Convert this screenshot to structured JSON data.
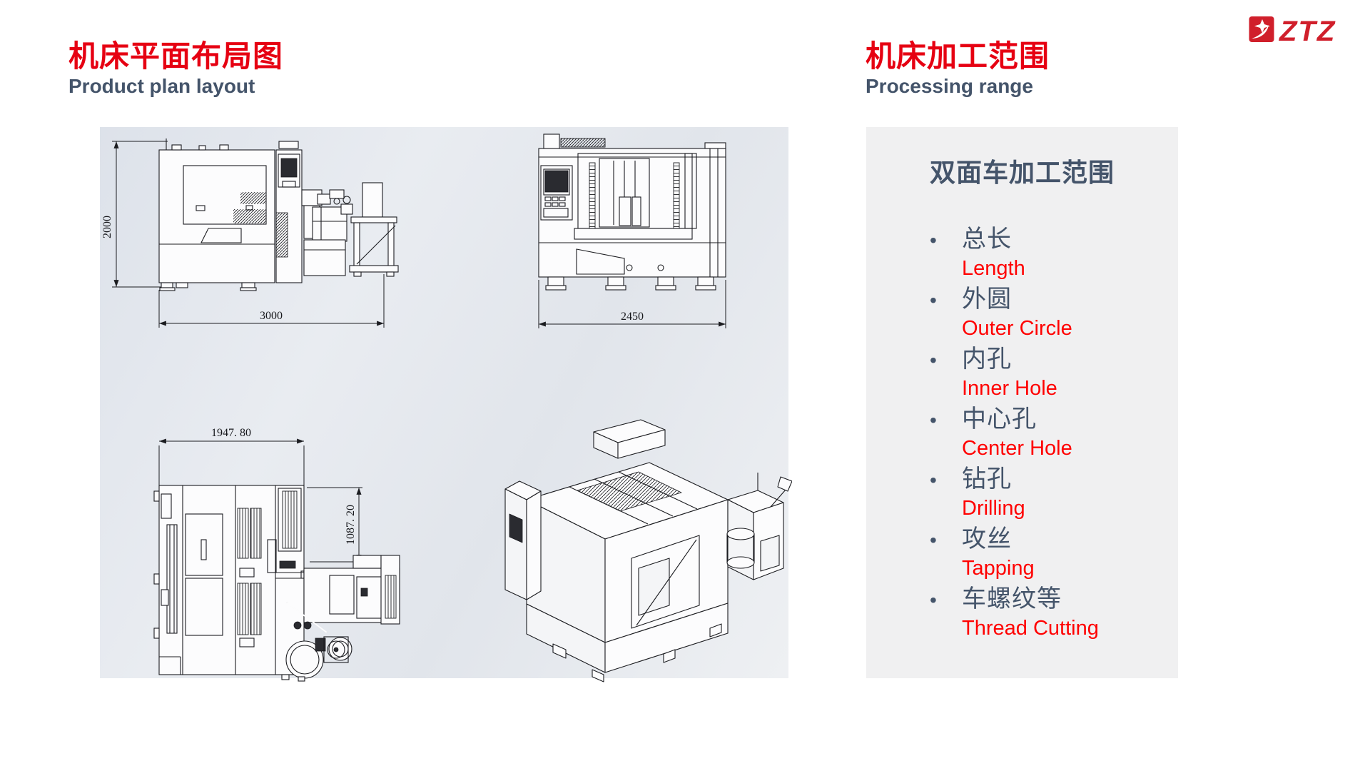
{
  "logo": {
    "text": "ZTZ"
  },
  "titles": {
    "left": {
      "zh": "机床平面布局图",
      "en": "Product plan layout"
    },
    "right": {
      "zh": "机床加工范围",
      "en": "Processing range"
    }
  },
  "drawing_panel": {
    "views": {
      "front": {
        "label": "front-elevation",
        "dim_height": "2000",
        "dim_width": "3000"
      },
      "side": {
        "label": "side-elevation",
        "dim_width": "2450"
      },
      "top": {
        "label": "plan-view",
        "dim_width": "1947. 80",
        "dim_depth": "1087. 20"
      },
      "isometric": {
        "label": "isometric-view"
      }
    }
  },
  "info_panel": {
    "heading": "双面车加工范围",
    "items": [
      {
        "zh": "总长",
        "en": "Length"
      },
      {
        "zh": "外圆",
        "en": "Outer Circle"
      },
      {
        "zh": "内孔",
        "en": "Inner Hole"
      },
      {
        "zh": "中心孔",
        "en": "Center Hole"
      },
      {
        "zh": "钻孔",
        "en": "Drilling"
      },
      {
        "zh": "攻丝",
        "en": "Tapping"
      },
      {
        "zh": "车螺纹等",
        "en": "Thread Cutting"
      }
    ]
  },
  "colors": {
    "title_red": "#e60012",
    "item_red": "#ff0000",
    "dark_slate": "#44546a",
    "panel_gray": "#f0f0f1",
    "logo_red": "#d01f2b",
    "drawing_line": "#1b1c20"
  }
}
